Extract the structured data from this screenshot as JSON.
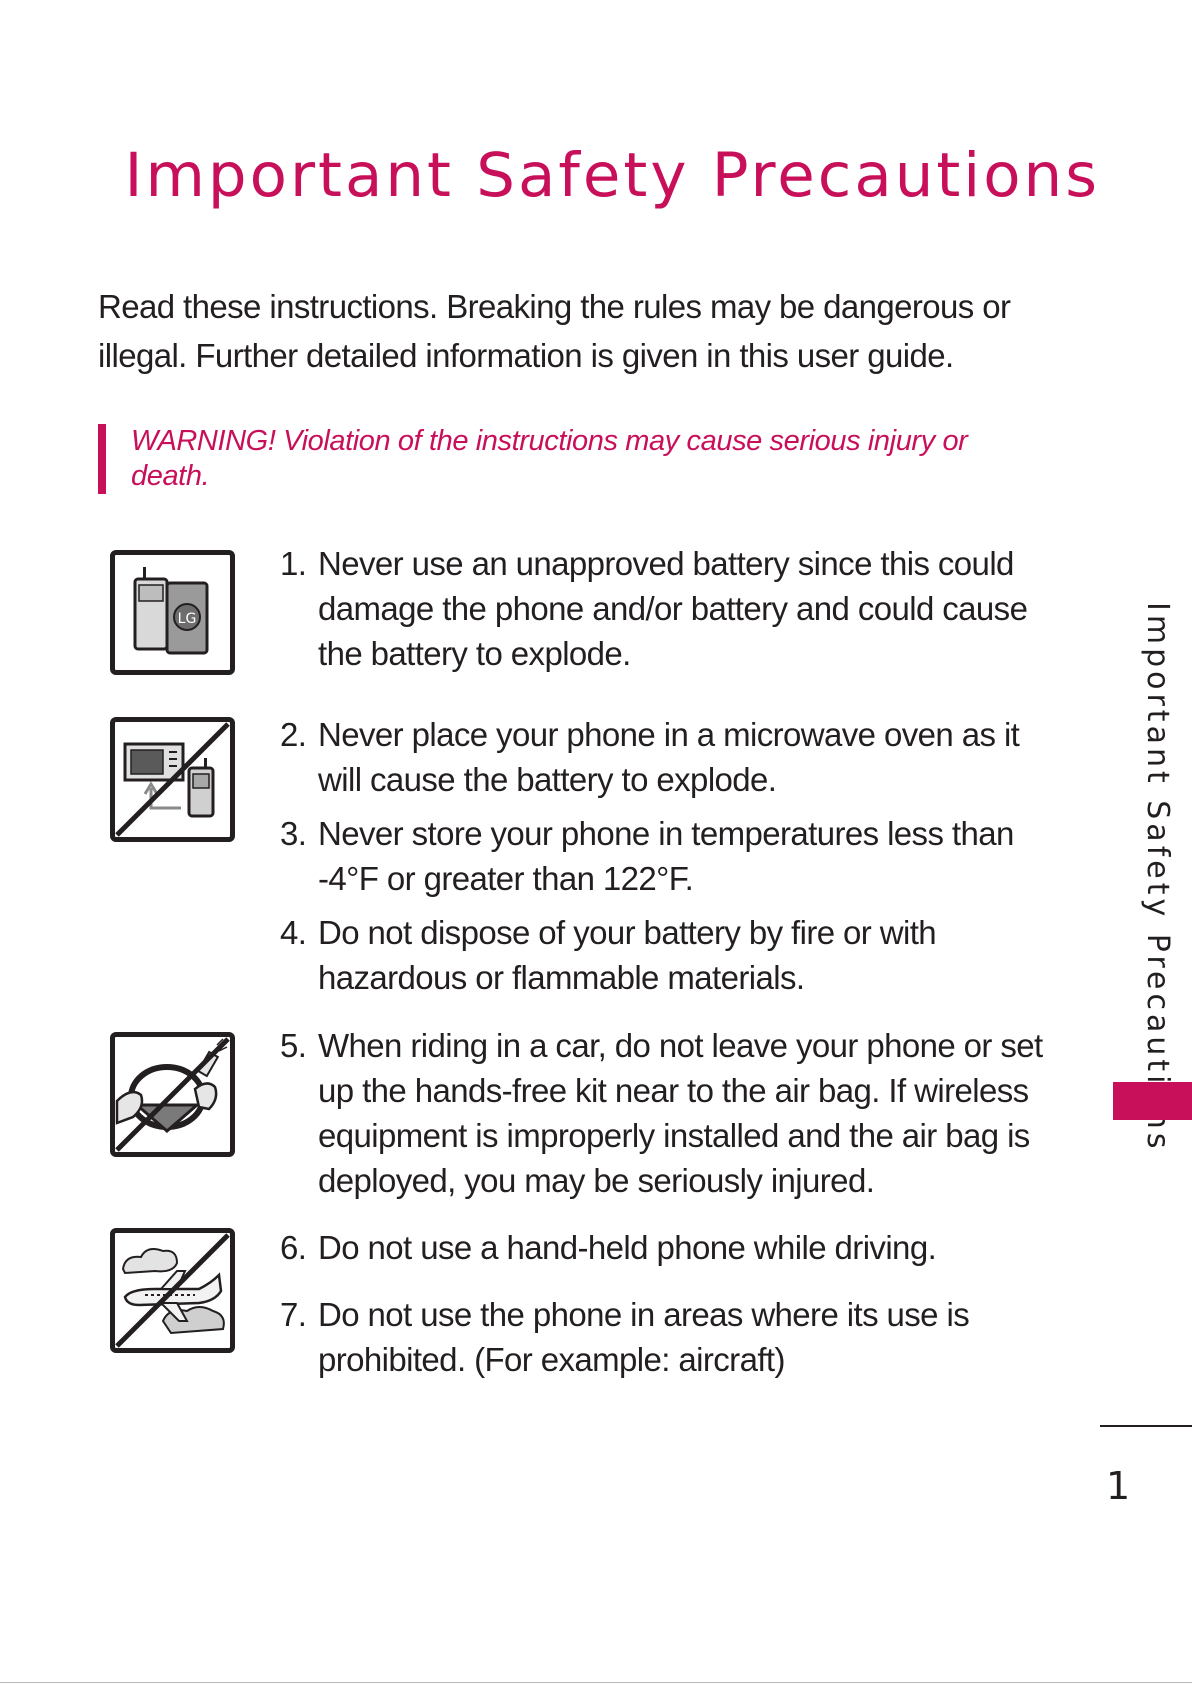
{
  "title": "Important Safety Precautions",
  "intro": "Read these instructions. Breaking the rules may be dangerous or illegal. Further detailed information is given in this user guide.",
  "warning": "WARNING! Violation of the instructions may cause serious injury or death.",
  "items": [
    {
      "num": "1.",
      "text": "Never use an unapproved battery since this could damage the phone and/or battery and could cause the battery to explode."
    },
    {
      "num": "2.",
      "text": "Never place your phone in a microwave oven as it will cause the battery to explode."
    },
    {
      "num": "3.",
      "text": "Never store your phone in temperatures less than -4°F or greater than 122°F."
    },
    {
      "num": "4.",
      "text": "Do not dispose of your battery by fire or with hazardous or flammable materials."
    },
    {
      "num": "5.",
      "text": "When riding in a car, do not leave your phone or set up the hands-free kit near to the air bag. If wireless equipment is improperly installed and the air bag is deployed, you may be seriously injured."
    },
    {
      "num": "6.",
      "text": "Do not use a hand-held phone while driving."
    },
    {
      "num": "7.",
      "text": "Do not use the phone in areas where its use is prohibited. (For example: aircraft)"
    }
  ],
  "icons": [
    "battery-icon",
    "microwave-prohibited-icon",
    "airbag-prohibited-icon",
    "aircraft-prohibited-icon"
  ],
  "battery_logo_text": "LG",
  "side_label": "Important Safety Precautions",
  "page_number": "1",
  "colors": {
    "accent": "#c8105a",
    "text": "#231f20"
  }
}
